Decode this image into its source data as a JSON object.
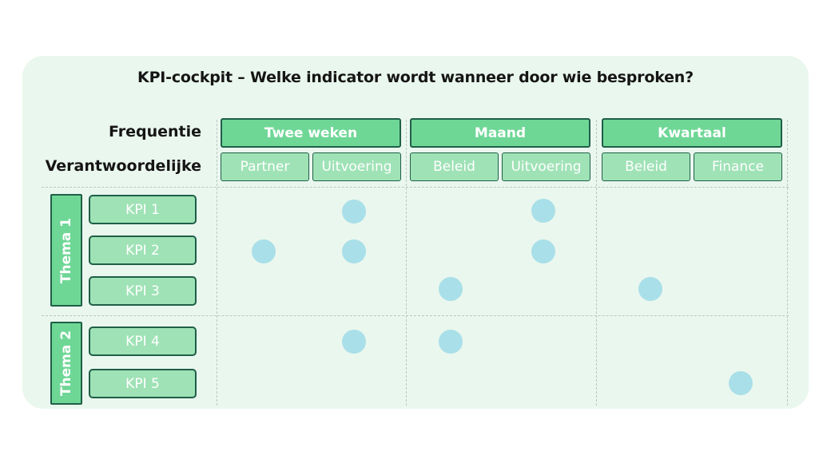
{
  "title": "KPI-cockpit – Welke indicator wordt wanneer door wie besproken?",
  "row_labels": {
    "frequency": "Frequentie",
    "responsible": "Verantwoordelijke"
  },
  "frequencies": [
    "Twee weken",
    "Maand",
    "Kwartaal"
  ],
  "responsibles": [
    "Partner",
    "Uitvoering",
    "Beleid",
    "Uitvoering",
    "Beleid",
    "Finance"
  ],
  "themes": [
    {
      "label": "Thema 1",
      "kpis": [
        "KPI 1",
        "KPI 2",
        "KPI 3"
      ]
    },
    {
      "label": "Thema 2",
      "kpis": [
        "KPI 4",
        "KPI 5"
      ]
    }
  ],
  "marks": [
    {
      "kpi": "KPI 1",
      "columns": [
        "Uitvoering (Twee weken)",
        "Uitvoering (Maand)"
      ]
    },
    {
      "kpi": "KPI 2",
      "columns": [
        "Partner (Twee weken)",
        "Uitvoering (Twee weken)",
        "Uitvoering (Maand)"
      ]
    },
    {
      "kpi": "KPI 3",
      "columns": [
        "Beleid (Maand)",
        "Beleid (Kwartaal)"
      ]
    },
    {
      "kpi": "KPI 4",
      "columns": [
        "Uitvoering (Twee weken)",
        "Beleid (Maand)"
      ]
    },
    {
      "kpi": "KPI 5",
      "columns": [
        "Finance (Kwartaal)"
      ]
    }
  ],
  "colors": {
    "card": "#eaf7ee",
    "header_fill": "#6fd796",
    "cell_fill": "#9fe2b6",
    "border": "#1f5f48",
    "dot": "#a9dfe8",
    "gridline": "#b9c7bf"
  }
}
